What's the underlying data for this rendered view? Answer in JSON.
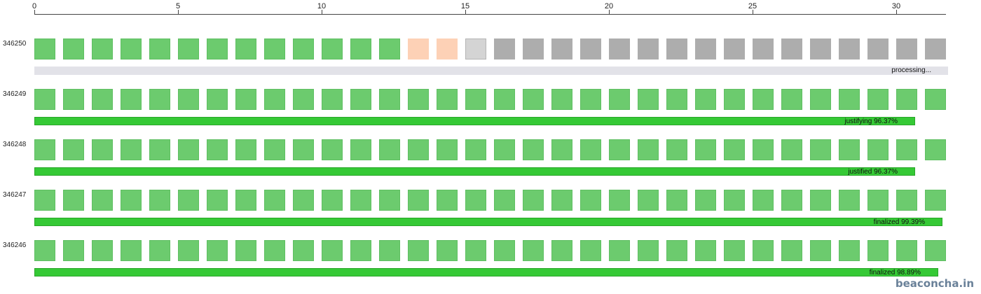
{
  "axis": {
    "ticks": [
      0,
      5,
      10,
      15,
      20,
      25,
      30
    ],
    "slot_count": 32
  },
  "colors": {
    "proposed": "#6ccb6e",
    "proposed_border": "#5fbf62",
    "scheduled": "#fdd1b6",
    "current": "#d4d4d4",
    "current_border": "#b5b5b5",
    "future": "#adadad",
    "progress_fill": "#35c935",
    "progress_border": "#2aa52a",
    "progress_track": "#e2e2e8"
  },
  "epochs": [
    {
      "epoch": "346250",
      "slots": [
        "proposed",
        "proposed",
        "proposed",
        "proposed",
        "proposed",
        "proposed",
        "proposed",
        "proposed",
        "proposed",
        "proposed",
        "proposed",
        "proposed",
        "proposed",
        "scheduled",
        "scheduled",
        "current",
        "future",
        "future",
        "future",
        "future",
        "future",
        "future",
        "future",
        "future",
        "future",
        "future",
        "future",
        "future",
        "future",
        "future",
        "future",
        "future"
      ],
      "progress_label": "processing...",
      "progress_fraction": 0
    },
    {
      "epoch": "346249",
      "slots": [
        "proposed",
        "proposed",
        "proposed",
        "proposed",
        "proposed",
        "proposed",
        "proposed",
        "proposed",
        "proposed",
        "proposed",
        "proposed",
        "proposed",
        "proposed",
        "proposed",
        "proposed",
        "proposed",
        "proposed",
        "proposed",
        "proposed",
        "proposed",
        "proposed",
        "proposed",
        "proposed",
        "proposed",
        "proposed",
        "proposed",
        "proposed",
        "proposed",
        "proposed",
        "proposed",
        "proposed",
        "proposed"
      ],
      "progress_label": "justifying 96.37%",
      "progress_fraction": 0.9637
    },
    {
      "epoch": "346248",
      "slots": [
        "proposed",
        "proposed",
        "proposed",
        "proposed",
        "proposed",
        "proposed",
        "proposed",
        "proposed",
        "proposed",
        "proposed",
        "proposed",
        "proposed",
        "proposed",
        "proposed",
        "proposed",
        "proposed",
        "proposed",
        "proposed",
        "proposed",
        "proposed",
        "proposed",
        "proposed",
        "proposed",
        "proposed",
        "proposed",
        "proposed",
        "proposed",
        "proposed",
        "proposed",
        "proposed",
        "proposed",
        "proposed"
      ],
      "progress_label": "justified 96.37%",
      "progress_fraction": 0.9637
    },
    {
      "epoch": "346247",
      "slots": [
        "proposed",
        "proposed",
        "proposed",
        "proposed",
        "proposed",
        "proposed",
        "proposed",
        "proposed",
        "proposed",
        "proposed",
        "proposed",
        "proposed",
        "proposed",
        "proposed",
        "proposed",
        "proposed",
        "proposed",
        "proposed",
        "proposed",
        "proposed",
        "proposed",
        "proposed",
        "proposed",
        "proposed",
        "proposed",
        "proposed",
        "proposed",
        "proposed",
        "proposed",
        "proposed",
        "proposed",
        "proposed"
      ],
      "progress_label": "finalized 99.39%",
      "progress_fraction": 0.9939
    },
    {
      "epoch": "346246",
      "slots": [
        "proposed",
        "proposed",
        "proposed",
        "proposed",
        "proposed",
        "proposed",
        "proposed",
        "proposed",
        "proposed",
        "proposed",
        "proposed",
        "proposed",
        "proposed",
        "proposed",
        "proposed",
        "proposed",
        "proposed",
        "proposed",
        "proposed",
        "proposed",
        "proposed",
        "proposed",
        "proposed",
        "proposed",
        "proposed",
        "proposed",
        "proposed",
        "proposed",
        "proposed",
        "proposed",
        "proposed",
        "proposed"
      ],
      "progress_label": "finalized 98.89%",
      "progress_fraction": 0.9889
    }
  ],
  "watermark": "beaconcha.in"
}
